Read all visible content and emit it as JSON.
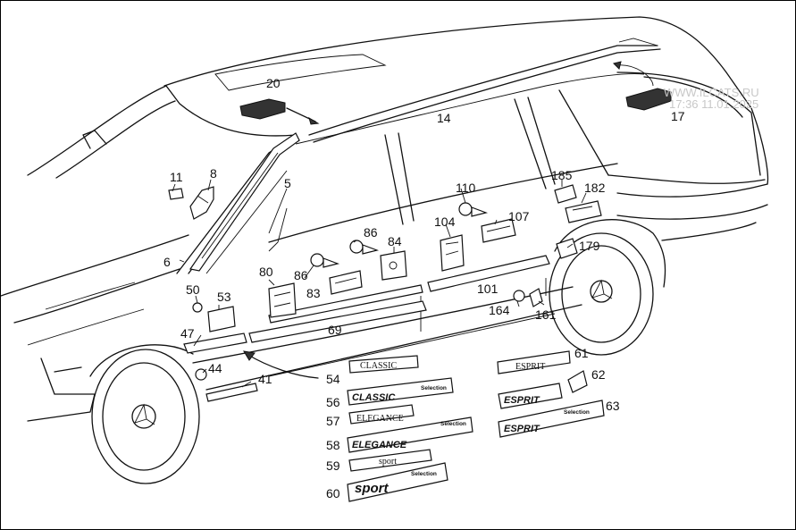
{
  "watermark": {
    "site": "WWW.ILCATS.RU",
    "stamp": "17:36 11.01.2025"
  },
  "callouts": {
    "c20": "20",
    "c14": "14",
    "c17": "17",
    "c11": "11",
    "c8": "8",
    "c5": "5",
    "c6": "6",
    "c110": "110",
    "c185": "185",
    "c182": "182",
    "c104": "104",
    "c107": "107",
    "c86a": "86",
    "c84": "84",
    "c179": "179",
    "c80": "80",
    "c86b": "86",
    "c83": "83",
    "c50": "50",
    "c53": "53",
    "c101": "101",
    "c164": "164",
    "c161": "161",
    "c69": "69",
    "c47": "47",
    "c44": "44",
    "c41": "41",
    "c54": "54",
    "c56": "56",
    "c57": "57",
    "c58": "58",
    "c59": "59",
    "c60": "60",
    "c61": "61",
    "c62": "62",
    "c63": "63"
  },
  "badges": {
    "b54": "CLASSIC",
    "b56": "CLASSIC",
    "b56_sub": "Selection",
    "b57": "ELEGANCE",
    "b58": "ELEGANCE",
    "b58_sub": "Selection",
    "b59": "sport",
    "b60": "sport",
    "b60_sub": "Selection",
    "b61": "ESPRIT",
    "b62": "ESPRIT",
    "b63": "ESPRIT",
    "b63_sub": "Selection"
  }
}
